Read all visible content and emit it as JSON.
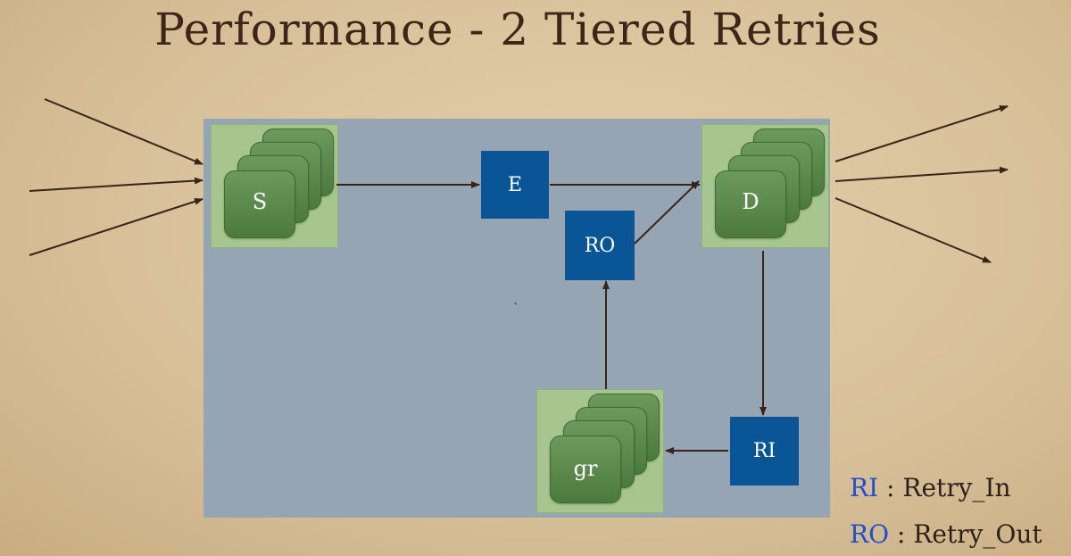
{
  "title": "Performance - 2 Tiered Retries",
  "nodes": {
    "s": {
      "label": "S"
    },
    "d": {
      "label": "D"
    },
    "gr": {
      "label": "gr"
    },
    "e": {
      "label": "E"
    },
    "ro": {
      "label": "RO"
    },
    "ri": {
      "label": "RI"
    }
  },
  "legend": [
    {
      "abbr": "RI",
      "desc": " : Retry_In"
    },
    {
      "abbr": "RO",
      "desc": " : Retry_Out"
    }
  ],
  "colors": {
    "background": "#d8c19a",
    "panel": "#96a5b3",
    "stack_bg": "#a6c58f",
    "card": "#5a8a4a",
    "blue_box": "#0a5596",
    "arrow": "#3a2419",
    "legend_abbr": "#1f4fd0"
  }
}
